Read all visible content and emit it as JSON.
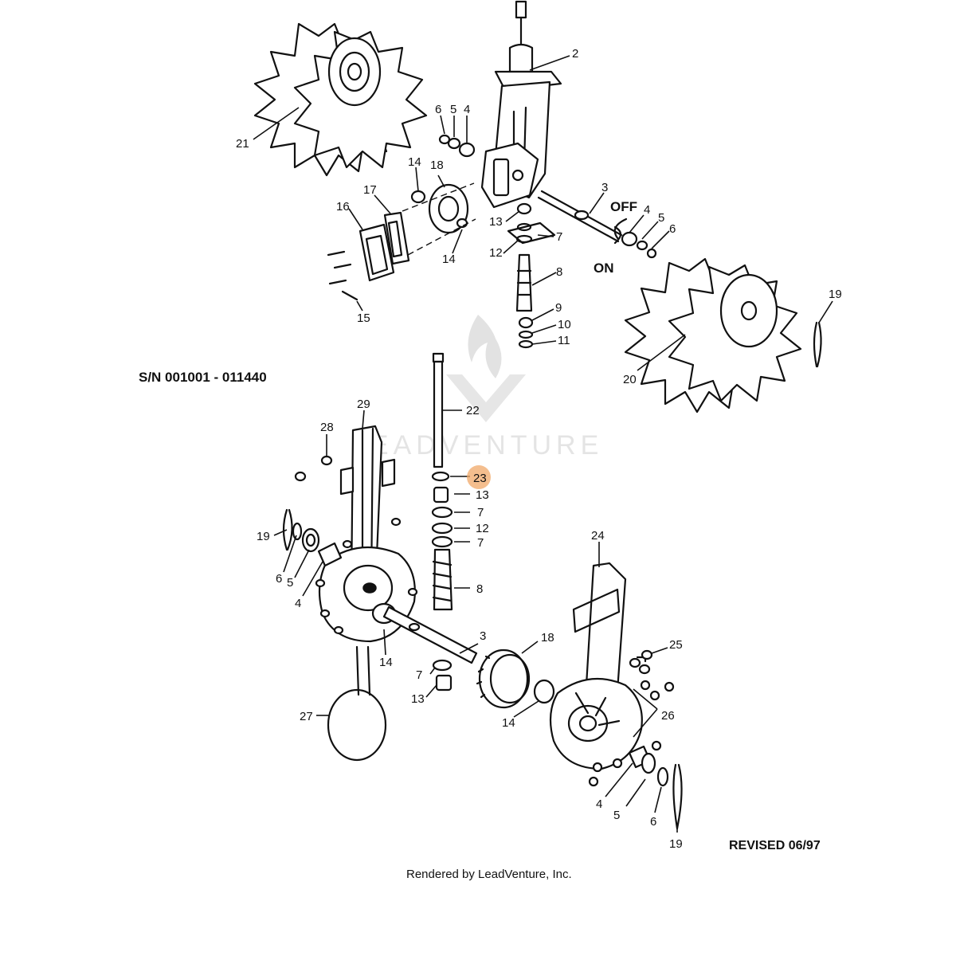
{
  "serial_range": "S/N  001001 - 011440",
  "revision": "REVISED 06/97",
  "footer": "Rendered by LeadVenture, Inc.",
  "watermark": "LEADVENTURE",
  "switch_labels": {
    "off": "OFF",
    "on": "ON"
  },
  "highlight_color": "#f0a868",
  "callouts_upper": [
    "2",
    "6",
    "5",
    "4",
    "21",
    "14",
    "18",
    "17",
    "16",
    "13",
    "3",
    "4",
    "5",
    "6",
    "7",
    "12",
    "14",
    "8",
    "9",
    "10",
    "11",
    "15",
    "19",
    "20"
  ],
  "callouts_lower": [
    "29",
    "28",
    "22",
    "23",
    "13",
    "7",
    "12",
    "7",
    "19",
    "6",
    "5",
    "4",
    "8",
    "3",
    "14",
    "18",
    "7",
    "13",
    "27",
    "24",
    "25",
    "26",
    "14",
    "4",
    "5",
    "6",
    "19"
  ],
  "highlighted_callout": "23"
}
